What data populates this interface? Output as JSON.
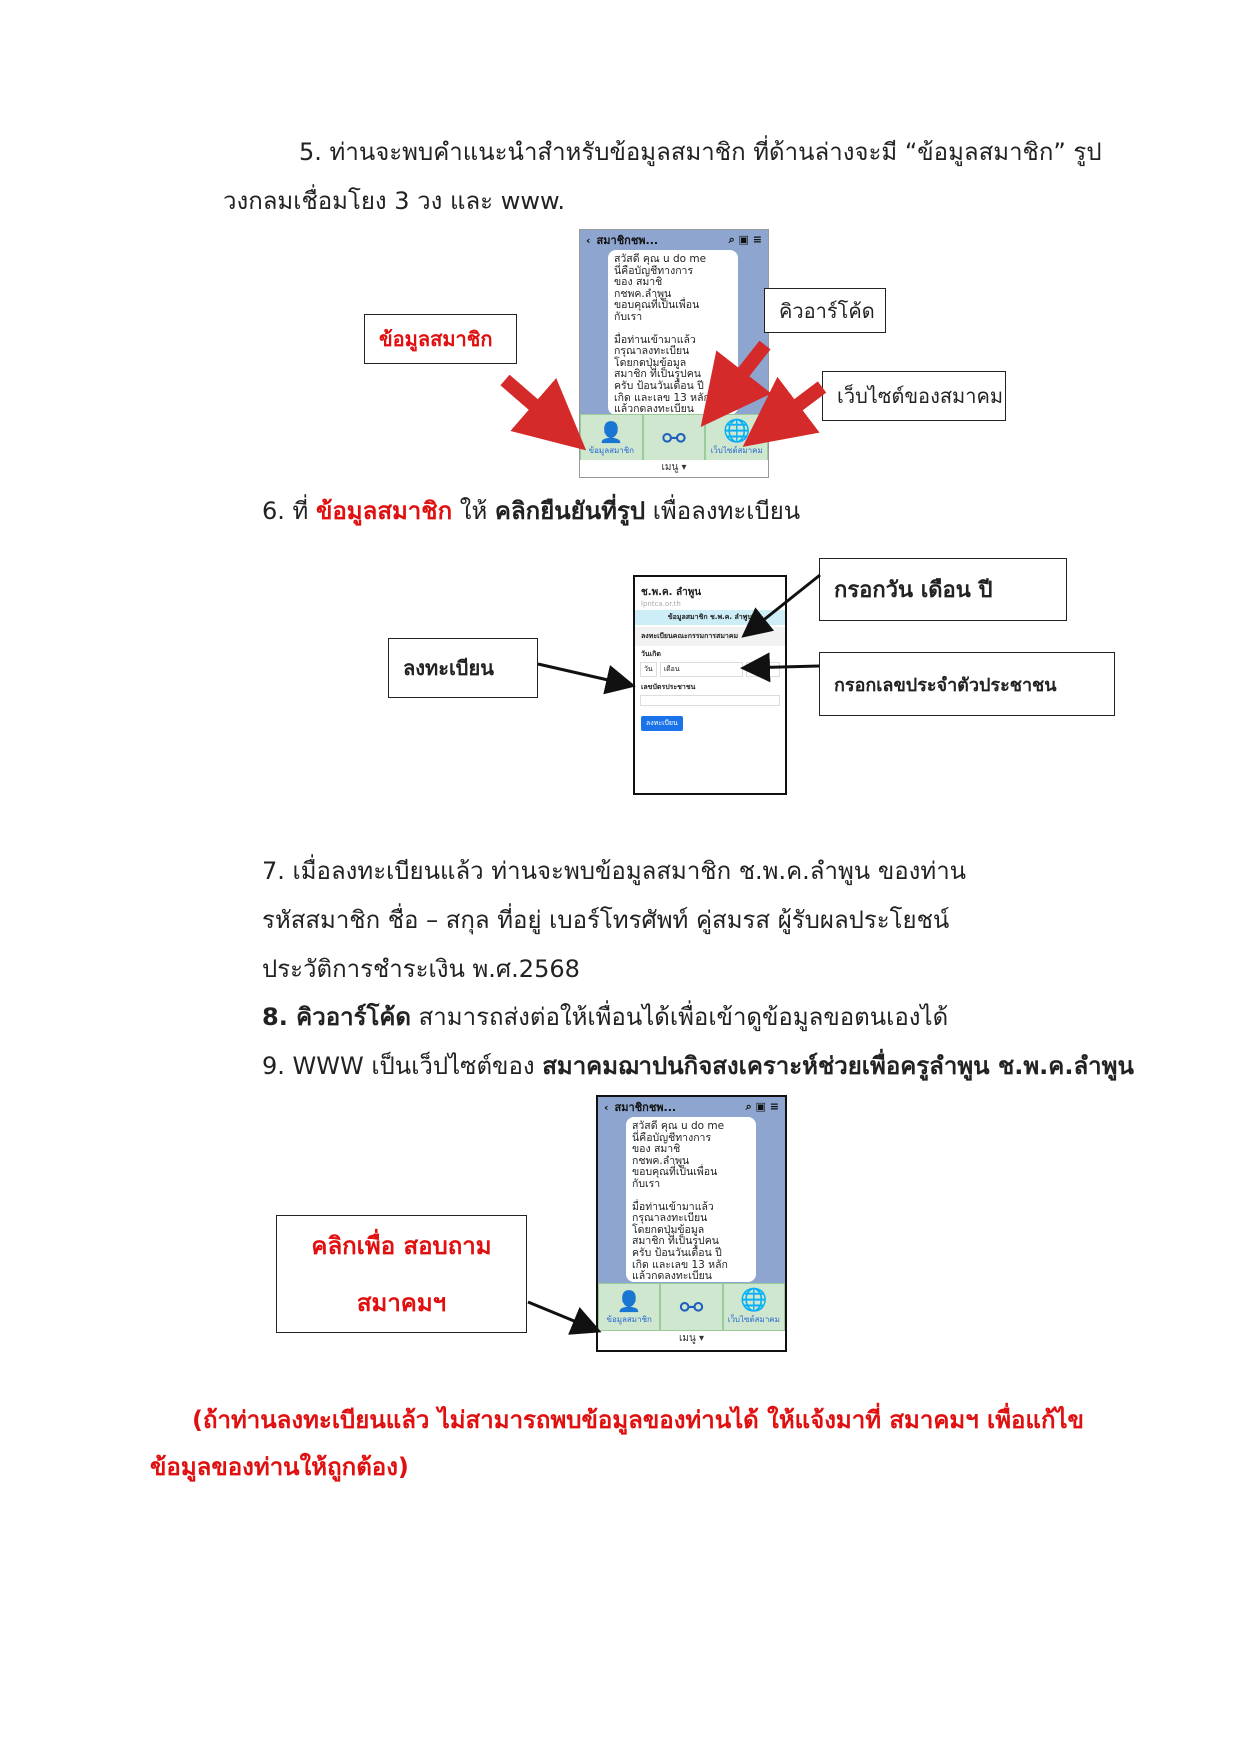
{
  "step5": {
    "line1": "5. ท่านจะพบคำแนะนำสำหรับข้อมูลสมาชิก  ที่ด้านล่างจะมี “ข้อมูลสมาชิก” รูป",
    "line2": "วงกลมเชื่อมโยง 3 วง และ www."
  },
  "labels": {
    "member_info": "ข้อมูลสมาชิก",
    "qr_code": "คิวอาร์โค้ด",
    "website": "เว็บไซต์ของสมาคม",
    "fill_date": "กรอกวัน เดือน ปี",
    "register": "ลงทะเบียน",
    "fill_id": "กรอกเลขประจำตัวประชาชน",
    "click_ask_1": "คลิกเพื่อ สอบถาม",
    "click_ask_2": "สมาคมฯ"
  },
  "step6": {
    "prefix": "6.   ที่ ",
    "member": "ข้อมูลสมาชิก",
    "mid": "  ให้ ",
    "bold": "คลิกยืนยันที่รูป",
    "suffix": " เพื่อลงทะเบียน"
  },
  "step7": {
    "line1": "7.   เมื่อลงทะเบียนแล้ว ท่านจะพบข้อมูลสมาชิก ช.พ.ค.ลำพูน ของท่าน",
    "line2": "รหัสสมาชิก  ชื่อ – สกุล   ที่อยู่ เบอร์โทรศัพท์  คู่สมรส   ผู้รับผลประโยชน์",
    "line3": "ประวัติการชำระเงิน พ.ศ.2568"
  },
  "step8": {
    "bold": "8. คิวอาร์โค้ด",
    "text": " สามารถส่งต่อให้เพื่อนได้เพื่อเข้าดูข้อมูลขอตนเองได้"
  },
  "step9": {
    "text": "9. WWW เป็นเว็ปไซต์ของ ",
    "bold": "สมาคมฌาปนกิจสงเคราะห์ช่วยเพื่อครูลำพูน ช.พ.ค.ลำพูน"
  },
  "note": {
    "line1": "(ถ้าท่านลงทะเบียนแล้ว ไม่สามารถพบข้อมูลของท่านได้ ให้แจ้งมาที่ สมาคมฯ เพื่อแก้ไข",
    "line2": "ข้อมูลของท่านให้ถูกต้อง)"
  },
  "line_chat": {
    "title": "สมาชิกชพ...",
    "message": "สวัสดี คุณ u do me\nนี่คือบัญชีทางการ\nของ สมาชิ\nกชพค.ลำพูน\nขอบคุณที่เป็นเพื่อน\nกับเรา\n\nมื่อท่านเข้ามาแล้ว\nกรุณาลงทะเบียน\nโดยกดปุ่มข้อมูล\nสมาชิก ที่เป็นรูปคน\nครับ ป้อนวันเดือน ปี\nเกิด และเลข 13 หลัก\nแล้วกดลงทะเบียน\nครับ",
    "menu_member": "ข้อมูลสมาชิก",
    "menu_web": "เว็บไซต์สมาคม",
    "menu_label": "เมนู ▾"
  },
  "form": {
    "title": "ช.พ.ค. ลำพูน",
    "url": "lpntca.or.th",
    "banner": "ข้อมูลสมาชิก ช.พ.ค. ลำพูน",
    "section": "ลงทะเบียนคณะกรรมการสมาคม",
    "dob_label": "วันเกิด",
    "day": "วัน",
    "month": "เดือน",
    "year": "0",
    "id_label": "เลขบัตรประชาชน",
    "submit": "ลงทะเบียน"
  },
  "colors": {
    "red": "#e01010",
    "arrow_red": "#d42a2a",
    "line_bg": "#8ea6cf"
  }
}
